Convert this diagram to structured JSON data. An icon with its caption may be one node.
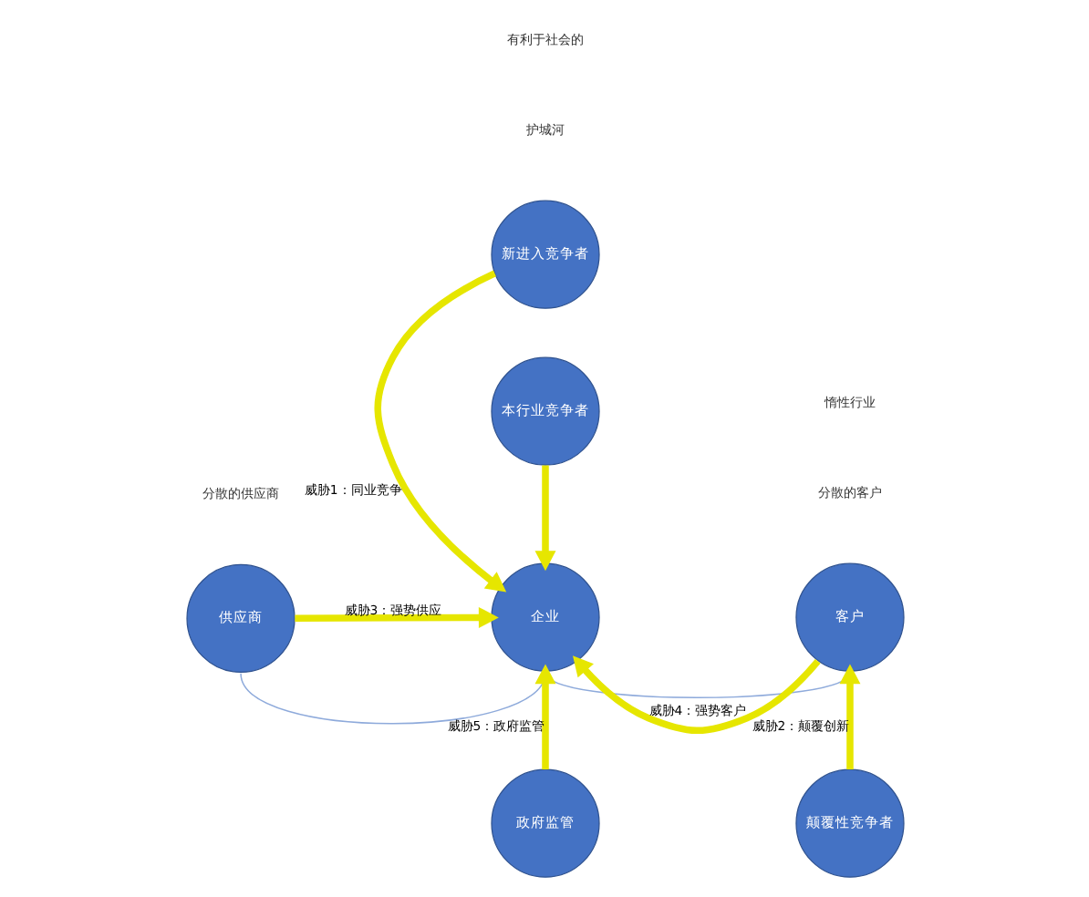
{
  "diagram": {
    "nodes": [
      {
        "text": [
          "新进入竞争者"
        ]
      },
      {
        "text": [
          "本行业竞争者"
        ]
      },
      {
        "text": [
          "供应商"
        ]
      },
      {
        "text": [
          "企业"
        ]
      },
      {
        "text": [
          "客户"
        ]
      },
      {
        "text": [
          "政府监管"
        ]
      },
      {
        "text": [
          "颠覆性竞争者"
        ]
      }
    ],
    "edges": [
      {
        "from": 0,
        "to": 3,
        "arrow": "to",
        "label": "威胁1：同业竞争"
      },
      {
        "from": 1,
        "to": 3,
        "arrow": "to"
      },
      {
        "from": 2,
        "to": 3,
        "arrow": "to",
        "label": "威胁3：强势供应"
      },
      {
        "from": 4,
        "to": 3,
        "arrow": "to",
        "label": "威胁4：强势客户"
      },
      {
        "from": 5,
        "to": 3,
        "arrow": "to",
        "label": "威胁5：政府监管"
      },
      {
        "from": 6,
        "to": 4,
        "arrow": "to",
        "label": "威胁2：颠覆创新"
      },
      {
        "from": 2,
        "to": 3,
        "arrow": "none",
        "color": "#8eaadb"
      },
      {
        "from": 3,
        "to": 4,
        "arrow": "none",
        "color": "#8eaadb"
      }
    ],
    "labels": [
      "护城河",
      "分散的供应商",
      "分散的客户",
      "惰性行业",
      "有利于社会的"
    ]
  }
}
